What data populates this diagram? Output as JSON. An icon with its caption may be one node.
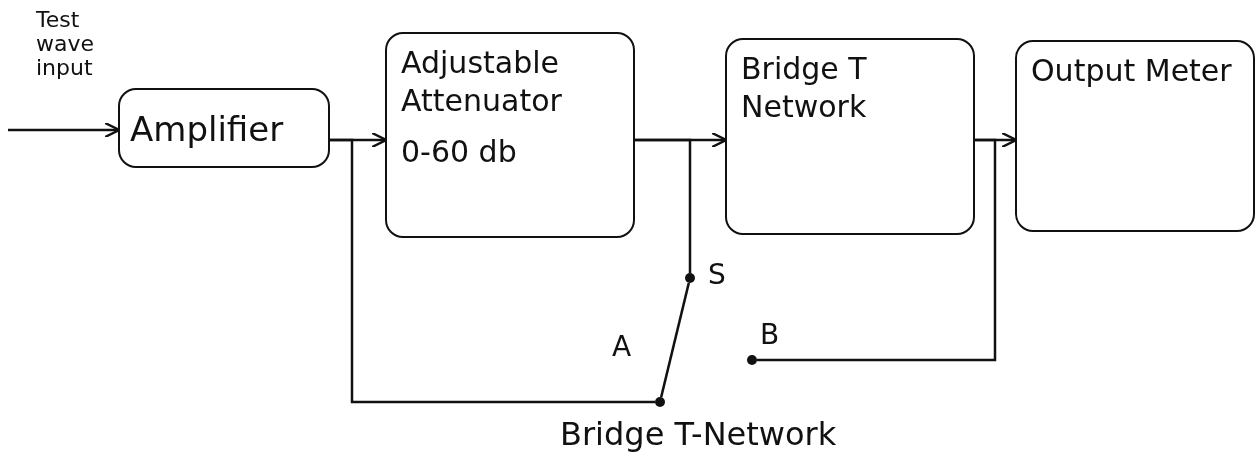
{
  "diagram": {
    "caption": "Bridge T-Network",
    "nodes": [
      {
        "text": [
          "Amplifier"
        ]
      },
      {
        "text": [
          "Adjustable Attenuator",
          "0-60 db"
        ]
      },
      {
        "text": [
          "Bridge T Network"
        ]
      },
      {
        "text": [
          "Output Meter"
        ]
      },
      {
        "text": [],
        "shape": "circle",
        "beside": [
          "S"
        ]
      },
      {
        "text": [],
        "shape": "circle",
        "beside": [
          "A"
        ]
      },
      {
        "text": [],
        "shape": "circle",
        "beside": [
          "B"
        ]
      }
    ],
    "edges": [
      {
        "from": null,
        "to": 0,
        "arrow": "to",
        "label": "Test wave input"
      },
      {
        "from": 0,
        "to": 1,
        "arrow": "to"
      },
      {
        "from": 1,
        "to": 2,
        "arrow": "to"
      },
      {
        "from": 2,
        "to": 3,
        "arrow": "to"
      },
      {
        "from": 0,
        "to": 5,
        "arrow": "none"
      },
      {
        "from": 1,
        "to": 4,
        "arrow": "none"
      },
      {
        "from": 4,
        "to": 5,
        "arrow": "none"
      },
      {
        "from": 2,
        "to": 6,
        "arrow": "none"
      }
    ]
  }
}
